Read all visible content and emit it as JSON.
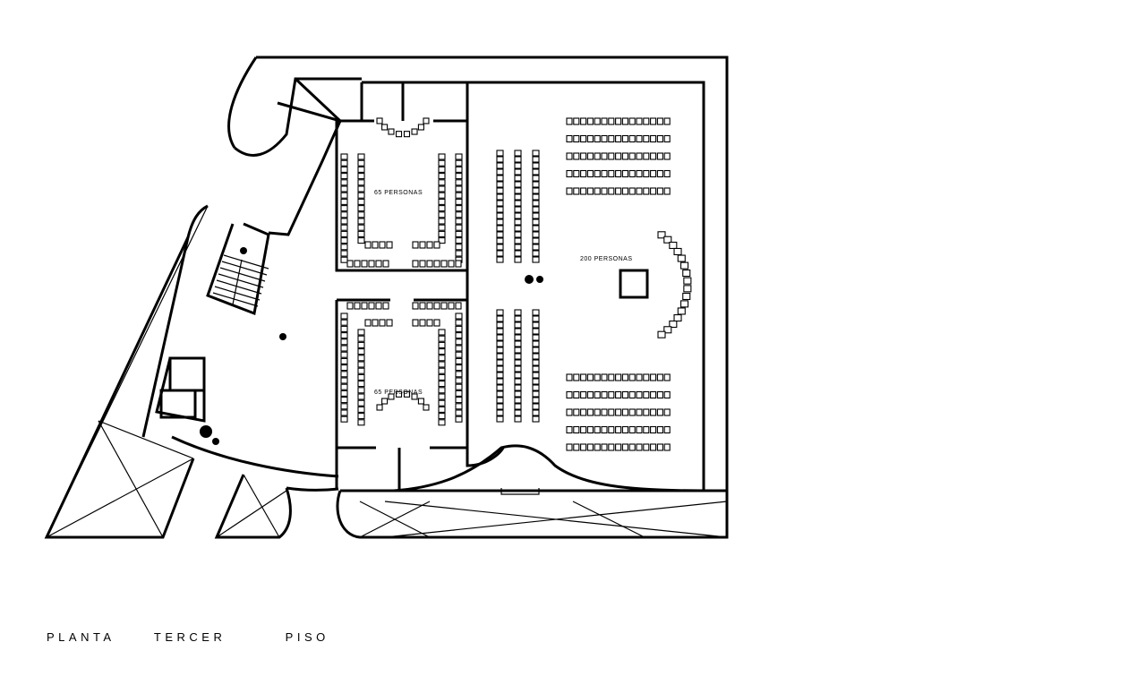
{
  "drawing": {
    "title": "PLANTA  TERCER   PISO",
    "stroke_color": "#000000",
    "background_color": "#ffffff"
  },
  "rooms": {
    "room_north": {
      "label": "65 PERSONAS"
    },
    "room_south": {
      "label": "65 PERSONAS"
    },
    "main_hall": {
      "label": "200 PERSONAS"
    }
  }
}
